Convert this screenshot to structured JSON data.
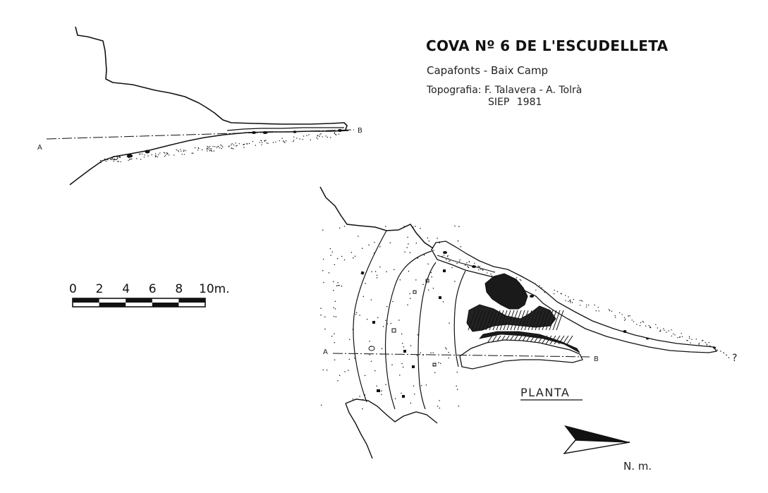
{
  "title": "COVA Nº 6 DE L'ESCUDELLETA",
  "location": "Capafonts - Baix Camp",
  "credits": {
    "line1": "Topografia: F. Talavera - A. Tolrà",
    "line2": "SIEP 1981"
  },
  "profile": {
    "point_a": "A",
    "point_b": "B"
  },
  "plan": {
    "label": "PLANTA",
    "point_a": "A",
    "point_b": "B",
    "unknown_continuation": "?"
  },
  "scale_bar": {
    "ticks": [
      "0",
      "2",
      "4",
      "6",
      "8",
      "10m."
    ]
  },
  "north_arrow": {
    "label": "N. m.",
    "icon": "north-arrow-icon"
  },
  "colors": {
    "ink": "#111111",
    "paper": "#ffffff"
  }
}
